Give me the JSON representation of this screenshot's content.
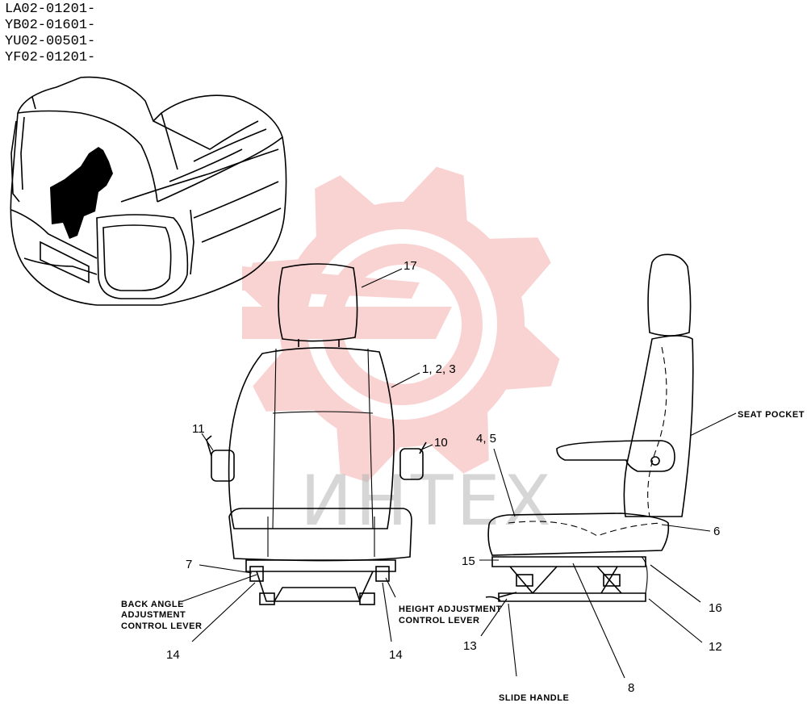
{
  "serial_codes": [
    "LA02-01201-",
    "YB02-01601-",
    "YU02-00501-",
    "YF02-01201-"
  ],
  "watermark": {
    "text": "ИНТЕХ",
    "gear_color": "#f08080"
  },
  "callouts": {
    "c17": "17",
    "c123": "1, 2, 3",
    "c11": "11",
    "c10": "10",
    "c7": "7",
    "c14a": "14",
    "c14b": "14",
    "c45": "4, 5",
    "c6": "6",
    "c15": "15",
    "c16": "16",
    "c13": "13",
    "c12": "12",
    "c8": "8"
  },
  "labels": {
    "seat_pocket": "SEAT POCKET",
    "back_angle": [
      "BACK ANGLE",
      "ADJUSTMENT",
      "CONTROL LEVER"
    ],
    "height_adj": [
      "HEIGHT ADJUSTMENT",
      "CONTROL LEVER"
    ],
    "slide_handle": "SLIDE HANDLE"
  }
}
